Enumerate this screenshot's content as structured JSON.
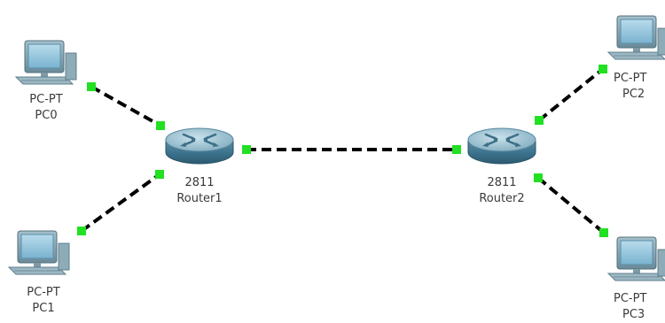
{
  "devices": [
    {
      "id": "pc0",
      "model": "PC-PT",
      "name": "PC0",
      "kind": "pc"
    },
    {
      "id": "pc1",
      "model": "PC-PT",
      "name": "PC1",
      "kind": "pc"
    },
    {
      "id": "router1",
      "model": "2811",
      "name": "Router1",
      "kind": "router"
    },
    {
      "id": "router2",
      "model": "2811",
      "name": "Router2",
      "kind": "router"
    },
    {
      "id": "pc2",
      "model": "PC-PT",
      "name": "PC2",
      "kind": "pc"
    },
    {
      "id": "pc3",
      "model": "PC-PT",
      "name": "PC3",
      "kind": "pc"
    }
  ],
  "links": [
    {
      "from": "pc0",
      "to": "router1",
      "style": "dashed",
      "status": "up"
    },
    {
      "from": "pc1",
      "to": "router1",
      "style": "dashed",
      "status": "up"
    },
    {
      "from": "router1",
      "to": "router2",
      "style": "dashed",
      "status": "up"
    },
    {
      "from": "router2",
      "to": "pc2",
      "style": "dashed",
      "status": "up"
    },
    {
      "from": "router2",
      "to": "pc3",
      "style": "dashed",
      "status": "up"
    }
  ],
  "colors": {
    "link": "#000000",
    "link_up_indicator": "#22e022",
    "label_text": "#3a3a3a"
  }
}
